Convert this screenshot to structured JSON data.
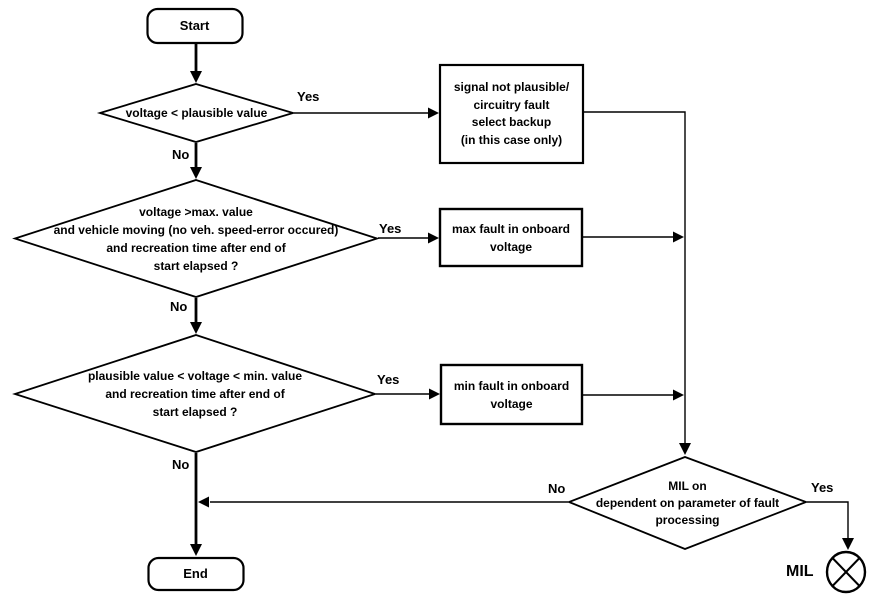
{
  "title": "onboard voltage fault detection flowchart",
  "colors": {
    "background": "#ffffff",
    "line": "#000000",
    "text": "#000000"
  },
  "nodes": {
    "start": {
      "label": "Start"
    },
    "decision_voltage_plausible": {
      "label": "voltage < plausible value"
    },
    "process_signal_not_plausible": {
      "label": "signal not plausible/\ncircuitry fault\nselect backup\n(in this case only)"
    },
    "decision_voltage_max": {
      "label": "voltage >max. value\nand vehicle moving (no veh. speed-error occured)\nand recreation time  after end of\nstart elapsed ?"
    },
    "process_max_fault": {
      "label": "max fault in onboard\nvoltage"
    },
    "decision_voltage_min": {
      "label": "plausible value < voltage < min. value\nand recreation time after end of\nstart elapsed ?"
    },
    "process_min_fault": {
      "label": "min fault in onboard\nvoltage"
    },
    "decision_mil": {
      "label": "MIL on\ndependent on parameter of fault\nprocessing"
    },
    "mil_lamp": {
      "label": "MIL"
    },
    "end": {
      "label": "End"
    }
  },
  "edge_labels": {
    "d1_yes": "Yes",
    "d1_no": "No",
    "d2_yes": "Yes",
    "d2_no": "No",
    "d3_yes": "Yes",
    "d3_no": "No",
    "mil_yes": "Yes",
    "mil_no": "No"
  }
}
